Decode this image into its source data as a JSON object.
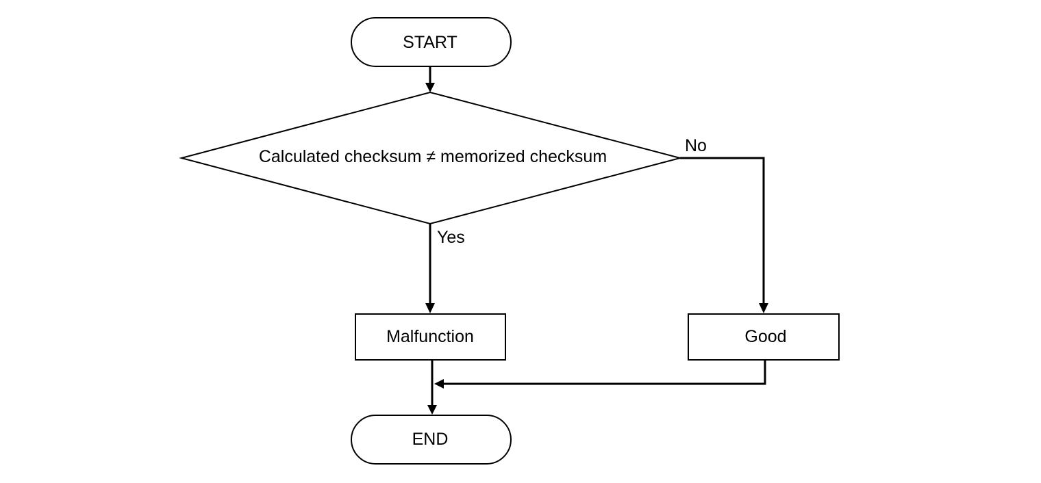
{
  "nodes": {
    "start": {
      "label": "START"
    },
    "decision": {
      "label": "Calculated checksum ≠ memorized checksum"
    },
    "malfunction": {
      "label": "Malfunction"
    },
    "good": {
      "label": "Good"
    },
    "end": {
      "label": "END"
    }
  },
  "branches": {
    "yes": "Yes",
    "no": "No"
  },
  "colors": {
    "stroke": "#000000",
    "fill": "#ffffff",
    "text": "#000000"
  }
}
